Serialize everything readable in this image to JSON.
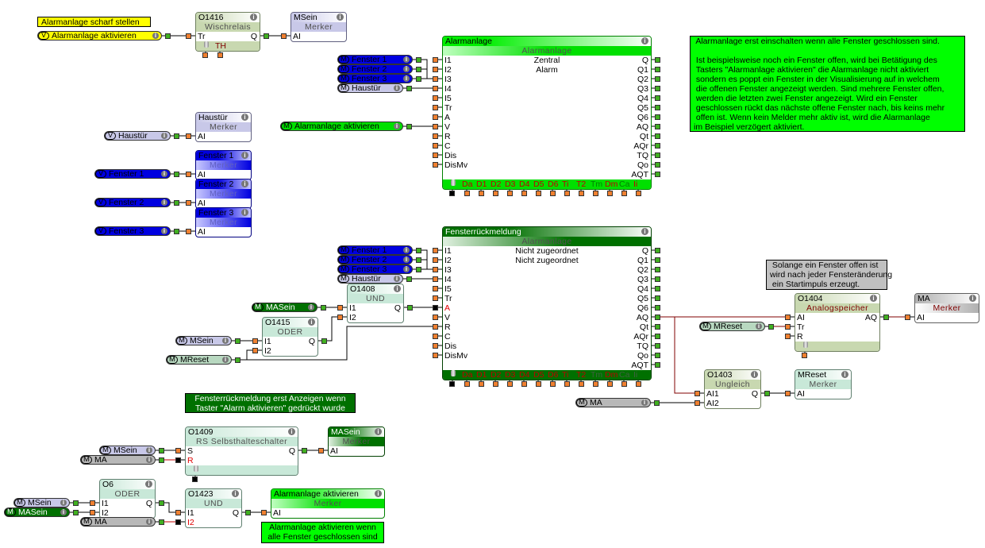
{
  "blocks": [
    {
      "title": "O1416",
      "type": "Wischrelais",
      "theme": "sage",
      "inputs": [
        "Tr"
      ],
      "outputs": [
        "Q"
      ],
      "footer": [
        {
          "t": "TH",
          "c": "#800000"
        }
      ],
      "icon_pin": "orange"
    },
    {
      "title": "MSein",
      "type": "Merker",
      "theme": "lav",
      "inputs": [
        "AI"
      ],
      "outputs": []
    },
    {
      "title": "Haustür",
      "type": "Merker",
      "theme": "lav",
      "inputs": [
        "AI"
      ],
      "outputs": []
    },
    {
      "title": "Fenster 1",
      "type": "Merker",
      "theme": "blue",
      "inputs": [
        "AI"
      ],
      "outputs": []
    },
    {
      "title": "Fenster 2",
      "type": "Merker",
      "theme": "blue",
      "inputs": [
        "AI"
      ],
      "outputs": []
    },
    {
      "title": "Fenster 3",
      "type": "Merker",
      "theme": "blue",
      "inputs": [
        "AI"
      ],
      "outputs": []
    },
    {
      "title": "Alarmanlage",
      "type": "Alarmanlage",
      "theme": "green",
      "inputs": [
        "I1",
        "I2",
        "I3",
        "I4",
        "I5",
        "Tr",
        "A",
        "V",
        "R",
        "C",
        "Dis",
        "DisMv"
      ],
      "outputs": [
        "Q",
        "Q1",
        "Q2",
        "Q3",
        "Q4",
        "Q5",
        "Q6",
        "AQ",
        "Qt",
        "AQr",
        "TQ",
        "Qo",
        "AQT"
      ],
      "center": [
        "Zentral",
        "Alarm"
      ],
      "footer": [
        {
          "t": "Da",
          "c": "#c00000"
        },
        {
          "t": "D1",
          "c": "#c00000"
        },
        {
          "t": "D2",
          "c": "#c00000"
        },
        {
          "t": "D3",
          "c": "#c00000"
        },
        {
          "t": "D4",
          "c": "#c00000"
        },
        {
          "t": "D5",
          "c": "#c00000"
        },
        {
          "t": "D6",
          "c": "#c00000"
        },
        {
          "t": "Ti",
          "c": "#c00000"
        },
        {
          "t": "T2",
          "c": "#c00000"
        },
        {
          "t": "Tm",
          "c": "#008000"
        },
        {
          "t": "Dm",
          "c": "#c00000"
        },
        {
          "t": "Ca",
          "c": "#008000"
        },
        {
          "t": "Ii",
          "c": "#c00000"
        }
      ],
      "icon_pin": "black"
    },
    {
      "title": "Fensterrückmeldung",
      "type": "Alarmanlage",
      "theme": "dkgreen",
      "inputs": [
        "I1",
        "I2",
        "I3",
        "I4",
        "I5",
        "Tr",
        "A",
        "V",
        "R",
        "C",
        "Dis",
        "DisMv"
      ],
      "outputs": [
        "Q",
        "Q1",
        "Q2",
        "Q3",
        "Q4",
        "Q5",
        "Q6",
        "AQ",
        "Qt",
        "AQr",
        "TQ",
        "Qo",
        "AQT"
      ],
      "red_inputs": [
        "A"
      ],
      "center": [
        "Nicht zugeordnet",
        "Nicht zugeordnet"
      ],
      "footer": [
        {
          "t": "Da",
          "c": "#c00000"
        },
        {
          "t": "D1",
          "c": "#c00000"
        },
        {
          "t": "D2",
          "c": "#c00000"
        },
        {
          "t": "D3",
          "c": "#c00000"
        },
        {
          "t": "D4",
          "c": "#c00000"
        },
        {
          "t": "D5",
          "c": "#c00000"
        },
        {
          "t": "D6",
          "c": "#c00000"
        },
        {
          "t": "Ti",
          "c": "#c00000"
        },
        {
          "t": "T2",
          "c": "#c00000"
        },
        {
          "t": "Tm",
          "c": "#406040"
        },
        {
          "t": "Dm",
          "c": "#c00000"
        },
        {
          "t": "Ca",
          "c": "#406040"
        },
        {
          "t": "Ii",
          "c": "#406040"
        }
      ],
      "icon_pin": "black"
    },
    {
      "title": "O1408",
      "type": "UND",
      "theme": "mint",
      "inputs": [
        "I1",
        "I2"
      ],
      "outputs": [
        "Q"
      ]
    },
    {
      "title": "O1415",
      "type": "ODER",
      "theme": "mint",
      "inputs": [
        "I1",
        "I2"
      ],
      "outputs": [
        "Q"
      ]
    },
    {
      "title": "O1404",
      "type": "Analogspeicher",
      "type_color": "#800000",
      "theme": "sage",
      "inputs": [
        "AI",
        "Tr",
        "R"
      ],
      "outputs": [
        "AQ"
      ],
      "footer": [],
      "icon_pin": "orange"
    },
    {
      "title": "MA",
      "type": "Merker",
      "type_color": "#800000",
      "theme": "gray",
      "inputs": [
        "AI"
      ],
      "outputs": []
    },
    {
      "title": "O1403",
      "type": "Ungleich",
      "theme": "sage",
      "inputs": [
        "AI1",
        "AI2"
      ],
      "outputs": [
        "Q"
      ]
    },
    {
      "title": "MReset",
      "type": "Merker",
      "theme": "mint",
      "inputs": [
        "AI"
      ],
      "outputs": []
    },
    {
      "title": "O1409",
      "type": "RS Selbsthalteschalter",
      "theme": "mint",
      "inputs": [
        "S",
        "R"
      ],
      "outputs": [
        "Q"
      ],
      "red_inputs": [
        "R"
      ],
      "footer": [],
      "icon_pin": "black"
    },
    {
      "title": "MASein",
      "type": "Merker",
      "theme": "dkgreen",
      "inputs": [
        "AI"
      ],
      "outputs": []
    },
    {
      "title": "O6",
      "type": "ODER",
      "theme": "mint",
      "inputs": [
        "I1",
        "I2"
      ],
      "outputs": [
        "Q"
      ]
    },
    {
      "title": "O1423",
      "type": "UND",
      "theme": "mint",
      "inputs": [
        "I1",
        "I2"
      ],
      "outputs": [
        "Q"
      ],
      "red_inputs": [
        "I2"
      ]
    },
    {
      "title": "Alarmanlage aktivieren",
      "type": "Merker",
      "theme": "green",
      "inputs": [
        "AI"
      ],
      "outputs": []
    }
  ],
  "pills": [
    {
      "badge": "V",
      "label": "Alarmanlage aktivieren",
      "theme": "yellow"
    },
    {
      "badge": "V",
      "label": "Haustür",
      "theme": "lav"
    },
    {
      "badge": "V",
      "label": "Fenster 1",
      "theme": "blue"
    },
    {
      "badge": "V",
      "label": "Fenster 2",
      "theme": "blue"
    },
    {
      "badge": "V",
      "label": "Fenster 3",
      "theme": "blue"
    },
    {
      "badge": "M",
      "label": "Fenster 1",
      "theme": "blue"
    },
    {
      "badge": "M",
      "label": "Fenster 2",
      "theme": "blue"
    },
    {
      "badge": "M",
      "label": "Fenster 3",
      "theme": "blue"
    },
    {
      "badge": "M",
      "label": "Haustür",
      "theme": "lav"
    },
    {
      "badge": "M",
      "label": "Alarmanlage aktivieren",
      "theme": "green"
    },
    {
      "badge": "M",
      "label": "Fenster 1",
      "theme": "blue"
    },
    {
      "badge": "M",
      "label": "Fenster 2",
      "theme": "blue"
    },
    {
      "badge": "M",
      "label": "Fenster 3",
      "theme": "blue"
    },
    {
      "badge": "M",
      "label": "Haustür",
      "theme": "lav"
    },
    {
      "badge": "M",
      "label": "MASein",
      "theme": "dkgreen"
    },
    {
      "badge": "M",
      "label": "MSein",
      "theme": "lav"
    },
    {
      "badge": "M",
      "label": "MReset",
      "theme": "sage"
    },
    {
      "badge": "M",
      "label": "MReset",
      "theme": "sage"
    },
    {
      "badge": "M",
      "label": "MA",
      "theme": "gray"
    },
    {
      "badge": "M",
      "label": "MSein",
      "theme": "lav"
    },
    {
      "badge": "M",
      "label": "MA",
      "theme": "gray"
    },
    {
      "badge": "M",
      "label": "MSein",
      "theme": "lav"
    },
    {
      "badge": "M",
      "label": "MASein",
      "theme": "dkgreen"
    },
    {
      "badge": "M",
      "label": "MA",
      "theme": "gray"
    }
  ],
  "comments": [
    {
      "theme": "yellow",
      "text": "Alarmanlage scharf stellen"
    },
    {
      "theme": "green",
      "text": " Alarmanlage erst einschalten wenn alle Fenster geschlossen sind.\n\n Ist beispielsweise noch ein Fenster offen, wird bei Betätigung des\n Tasters \"Alarmanlage aktivieren\" die Alarmanlage nicht aktiviert\n sondern es poppt ein Fenster in der Visualisierung auf in welchem\n die offenen Fenster angezeigt werden. Sind mehrere Fenster offen,\n werden die letzten zwei Fenster angezeigt. Wird ein Fenster\n geschlossen rückt das nächste offene Fenster nach, bis keins mehr\n offen ist. Wenn kein Melder mehr aktiv ist, wird die Alarmanlage\nim Beispiel verzögert aktiviert."
    },
    {
      "theme": "gray",
      "text": " Solange ein Fenster offen ist\nwird nach jeder Fensteränderung\n ein Startimpuls erzeugt."
    },
    {
      "theme": "dkgreen",
      "text": "Fensterrückmeldung erst Anzeigen wenn\nTaster \"Alarm aktivieren\" gedrückt wurde"
    },
    {
      "theme": "green2",
      "text": "Alarmanlage aktivieren wenn\nalle Fenster geschlossen sind"
    }
  ],
  "colors": {
    "input_pin": "#f08030",
    "output_pin": "#40b020",
    "wire": "#000000",
    "analog_wire": "#800000",
    "negated_wire": "#c00000"
  }
}
